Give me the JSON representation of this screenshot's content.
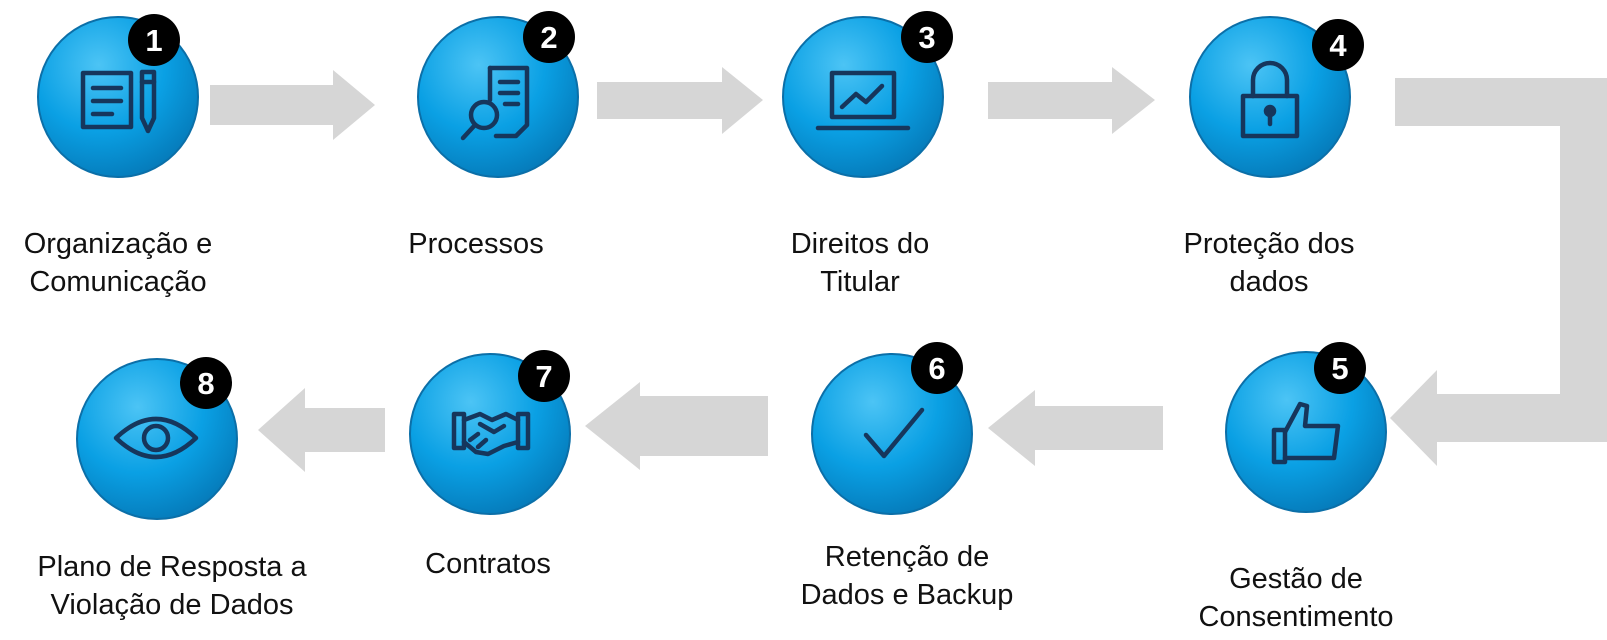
{
  "diagram": {
    "colors": {
      "circle": "#0aa0e4",
      "circle_shadow": "#0b6fa8",
      "icon": "#16365c",
      "badge": "#000000",
      "badge_text": "#ffffff",
      "arrow": "#d6d6d6"
    },
    "steps": [
      {
        "number": "1",
        "icon": "document-pen-icon",
        "label_lines": [
          "Organização e",
          "Comunicação"
        ]
      },
      {
        "number": "2",
        "icon": "document-search-icon",
        "label_lines": [
          "Processos"
        ]
      },
      {
        "number": "3",
        "icon": "laptop-chart-icon",
        "label_lines": [
          "Direitos do",
          "Titular"
        ]
      },
      {
        "number": "4",
        "icon": "padlock-icon",
        "label_lines": [
          "Proteção dos",
          "dados"
        ]
      },
      {
        "number": "5",
        "icon": "thumbs-up-icon",
        "label_lines": [
          "Gestão de",
          "Consentimento"
        ]
      },
      {
        "number": "6",
        "icon": "checkmark-icon",
        "label_lines": [
          "Retenção de",
          "Dados e Backup"
        ]
      },
      {
        "number": "7",
        "icon": "handshake-icon",
        "label_lines": [
          "Contratos"
        ]
      },
      {
        "number": "8",
        "icon": "eye-icon",
        "label_lines": [
          "Plano de Resposta a",
          "Violação de Dados"
        ]
      }
    ]
  }
}
